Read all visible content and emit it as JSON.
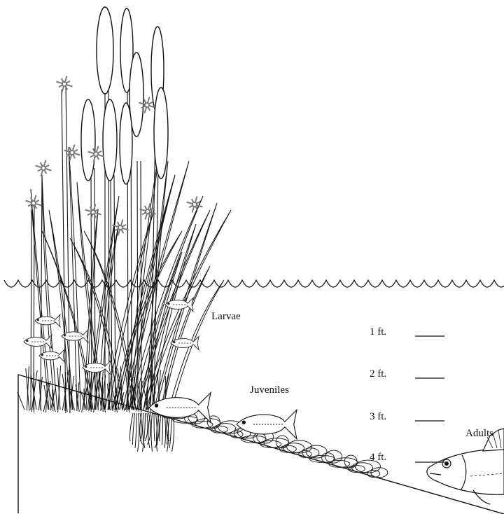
{
  "labels": {
    "larvae": "Larvae",
    "juveniles": "Juveniles",
    "adults": "Adults"
  },
  "depths": [
    {
      "label": "1 ft."
    },
    {
      "label": "2 ft."
    },
    {
      "label": "3 ft."
    },
    {
      "label": "4 ft."
    }
  ],
  "colors": {
    "line": "#111111",
    "flower": "#7a7a7a",
    "background": "#ffffff"
  },
  "icons": {
    "waterline": "wave-surface",
    "plants": "cattail-reeds",
    "flowers": "pipewort-flower",
    "larval_fish": "fish-larva",
    "juvenile_fish": "fish-juvenile",
    "adult_fish": "fish-adult"
  }
}
